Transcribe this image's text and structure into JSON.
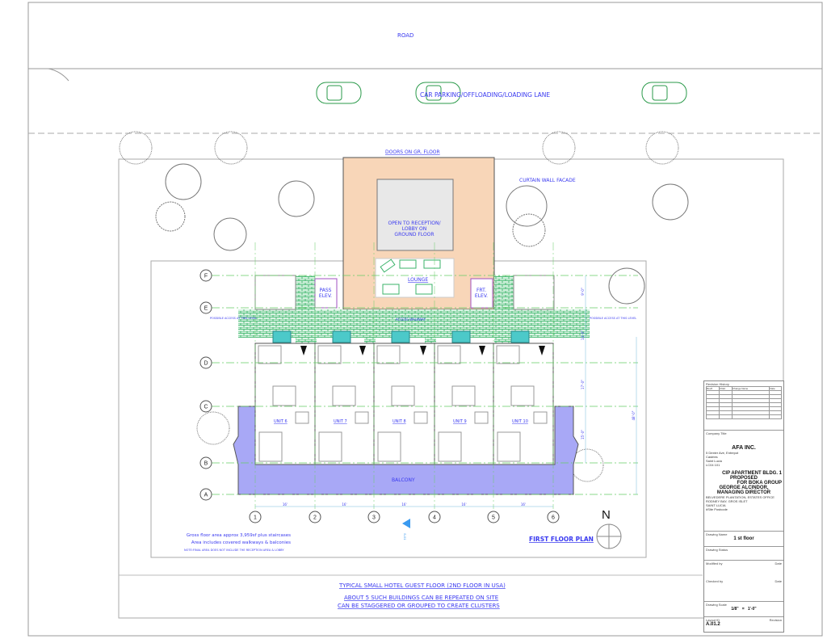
{
  "site": {
    "road": "ROAD",
    "parking": "CAR PARKING/OFFLOADING/LOADING LANE",
    "doors": "DOORS ON GR. FLOOR",
    "curtain_wall": "CURTAIN WALL FACADE",
    "open_reception": [
      "OPEN TO RECEPTION/",
      "LOBBY ON",
      "GROUND FLOOR"
    ],
    "lounge": "LOUNGE",
    "pass_elev": [
      "PASS",
      "ELEV."
    ],
    "frt_elev": [
      "FRT.",
      "ELEV."
    ],
    "access_walkway": "ACCESS WALKWAY",
    "possible_access_left": "POSSIBLE ACCESS AT THIS LEVEL",
    "possible_access_right": "POSSIBLE ACCESS AT THIS LEVEL",
    "balcony": "BALCONY",
    "units": [
      "UNIT 6",
      "UNIT 7",
      "UNIT 8",
      "UNIT 9",
      "UNIT 10"
    ],
    "grid_rows": [
      "F",
      "E",
      "D",
      "C",
      "B",
      "A"
    ],
    "grid_cols": [
      "1",
      "2",
      "3",
      "4",
      "5",
      "6"
    ],
    "bay_dims": [
      "16'",
      "16'",
      "16'",
      "16'",
      "16'"
    ],
    "side_dims": [
      "9'-0\"",
      "14'-0\"",
      "17'-0\"",
      "15'-0\"",
      "48'-0\""
    ],
    "section_marker": "S-01",
    "north": "N",
    "notes": [
      "Gross floor area approx 3,959sf plus staircases",
      "Area includes covered walkways & balconies",
      "NOTE:FINAL AREA DOES NOT INCLUDE THE RECEPTION AREA & LOBBY"
    ],
    "plan_title": "FIRST FLOOR PLAN",
    "caption1": "TYPICAL SMALL HOTEL GUEST FLOOR (2ND FLOOR IN USA)",
    "caption2": "ABOUT 5 SUCH BUILDINGS CAN BE REPEATED ON  SITE",
    "caption3": "CAN BE STAGGERED OR GROUPED TO CREATE CLUSTERS"
  },
  "title_block": {
    "revision_history": "Revision History",
    "rev_cols": [
      "Rev#",
      "Chkd",
      "Change Name",
      "Date"
    ],
    "company_title_label": "Company Title",
    "company": "AFA INC.",
    "company_address": [
      "5 Dexter Ave, Entrepot",
      "Castries",
      "Saint Lucia",
      "LC04 101"
    ],
    "project": [
      "CIP APARTMENT BLDG. 1",
      "PROPOSED",
      "FOR BOKA GROUP",
      "GEORGE ALCINDOR,",
      "MANAGING DIRECTOR"
    ],
    "site_address": [
      "BELVEDERE PLANTATION, ESTATES OFFICE",
      "RODNEY BAY, GROS ISLET",
      "SAINT LUCIA",
      "#Site Postcode"
    ],
    "drawing_name_label": "Drawing Name",
    "drawing_name": "1 st floor",
    "drawing_status_label": "Drawing Status",
    "modified_by_label": "Modified by",
    "checked_by_label": "Checked by",
    "date_label": "Date",
    "drawing_scale_label": "Drawing Scale",
    "scale": "1/8\"   =   1'-0\"",
    "layout_id_label": "Layout ID",
    "revision_label": "Revision",
    "layout_id": "A.01.2"
  }
}
